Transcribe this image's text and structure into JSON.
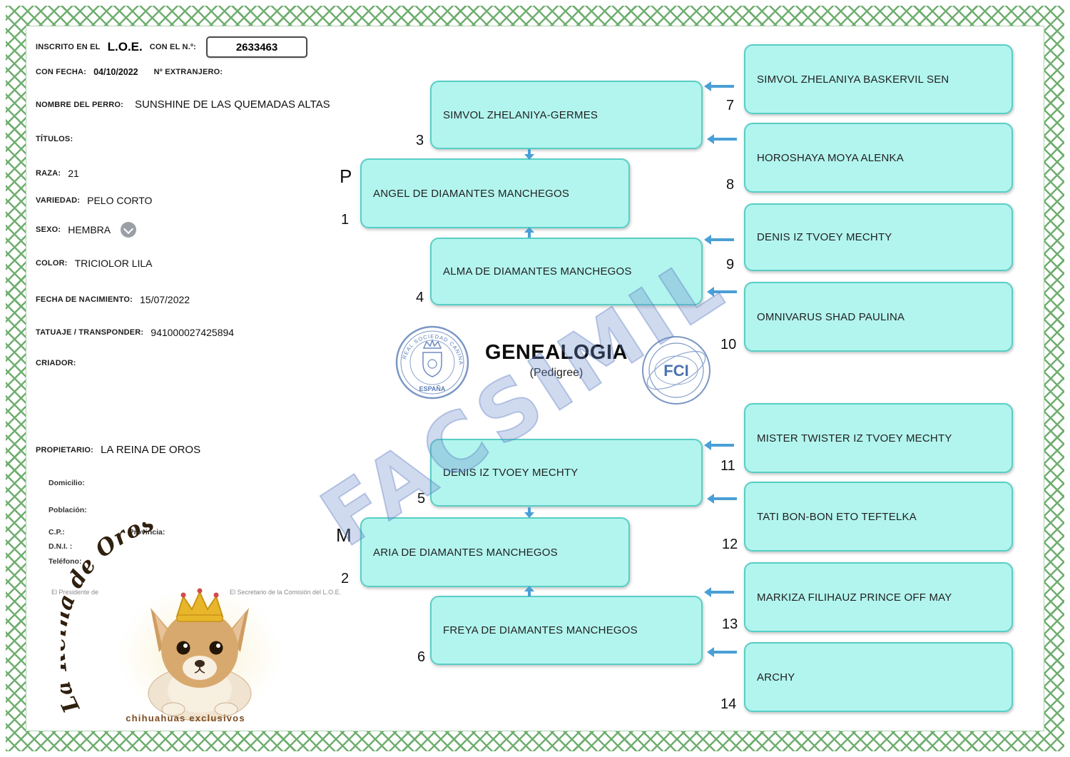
{
  "page": {
    "title": "GENEALOGIA",
    "subtitle": "(Pedigree)",
    "watermark": "FACSIMIL"
  },
  "registration": {
    "inscrito_label": "INSCRITO EN EL",
    "registry_name": "L.O.E.",
    "number_label": "CON EL N.º:",
    "number": "2633463",
    "fecha_label": "CON FECHA:",
    "fecha": "04/10/2022",
    "extranjero_label": "Nº EXTRANJERO:"
  },
  "dog": {
    "nombre_label": "NOMBRE DEL PERRO:",
    "nombre": "SUNSHINE DE LAS QUEMADAS ALTAS",
    "titulos_label": "TÍTULOS:",
    "raza_label": "RAZA:",
    "raza": "21",
    "variedad_label": "VARIEDAD:",
    "variedad": "PELO CORTO",
    "sexo_label": "SEXO:",
    "sexo": "HEMBRA",
    "color_label": "COLOR:",
    "color": "TRICIOLOR LILA",
    "nacimiento_label": "FECHA DE NACIMIENTO:",
    "nacimiento": "15/07/2022",
    "transponder_label": "TATUAJE / TRANSPONDER:",
    "transponder": "941000027425894",
    "criador_label": "CRIADOR:"
  },
  "owner": {
    "propietario_label": "PROPIETARIO:",
    "propietario": "LA REINA DE OROS",
    "domicilio_label": "Domicilio:",
    "poblacion_label": "Población:",
    "cp_label": "C.P.:",
    "provincia_label": "Provincia:",
    "dni_label": "D.N.I. :",
    "telefono_label": "Teléfono:"
  },
  "signatures": {
    "president": "El Presidente de",
    "secretary": "El Secretario de la Comisión del L.O.E."
  },
  "logos": {
    "rsce_top": "REAL SOCIEDAD CANINA",
    "rsce_bottom": "ESPAÑA",
    "fci": "FCI"
  },
  "pedigree": {
    "father": {
      "letter": "P",
      "number": "1",
      "name": "ANGEL DE DIAMANTES MANCHEGOS"
    },
    "mother": {
      "letter": "M",
      "number": "2",
      "name": "ARIA DE DIAMANTES MANCHEGOS"
    },
    "grandparents": [
      {
        "number": "3",
        "name": "SIMVOL ZHELANIYA-GERMES"
      },
      {
        "number": "4",
        "name": "ALMA DE DIAMANTES MANCHEGOS"
      },
      {
        "number": "5",
        "name": "DENIS IZ TVOEY MECHTY"
      },
      {
        "number": "6",
        "name": "FREYA DE DIAMANTES MANCHEGOS"
      }
    ],
    "great_grandparents": [
      {
        "number": "7",
        "name": "SIMVOL ZHELANIYA BASKERVIL SEN"
      },
      {
        "number": "8",
        "name": "HOROSHAYA MOYA ALENKA"
      },
      {
        "number": "9",
        "name": "DENIS IZ TVOEY MECHTY"
      },
      {
        "number": "10",
        "name": "OMNIVARUS SHAD PAULINA"
      },
      {
        "number": "11",
        "name": "MISTER TWISTER IZ TVOEY MECHTY"
      },
      {
        "number": "12",
        "name": "TATI BON-BON ETO TEFTELKA"
      },
      {
        "number": "13",
        "name": "MARKIZA FILIHAUZ PRINCE OFF MAY"
      },
      {
        "number": "14",
        "name": "ARCHY"
      }
    ]
  },
  "kennel": {
    "name": "La Reina de Oros",
    "tagline": "chihuahuas exclusivos"
  },
  "colors": {
    "box_fill": "#b2f5ee",
    "box_border": "#57cfc6",
    "arrow_blue": "#4a9fd6",
    "border_green": "#6fae6f",
    "watermark_blue": "#6e8ccd"
  }
}
